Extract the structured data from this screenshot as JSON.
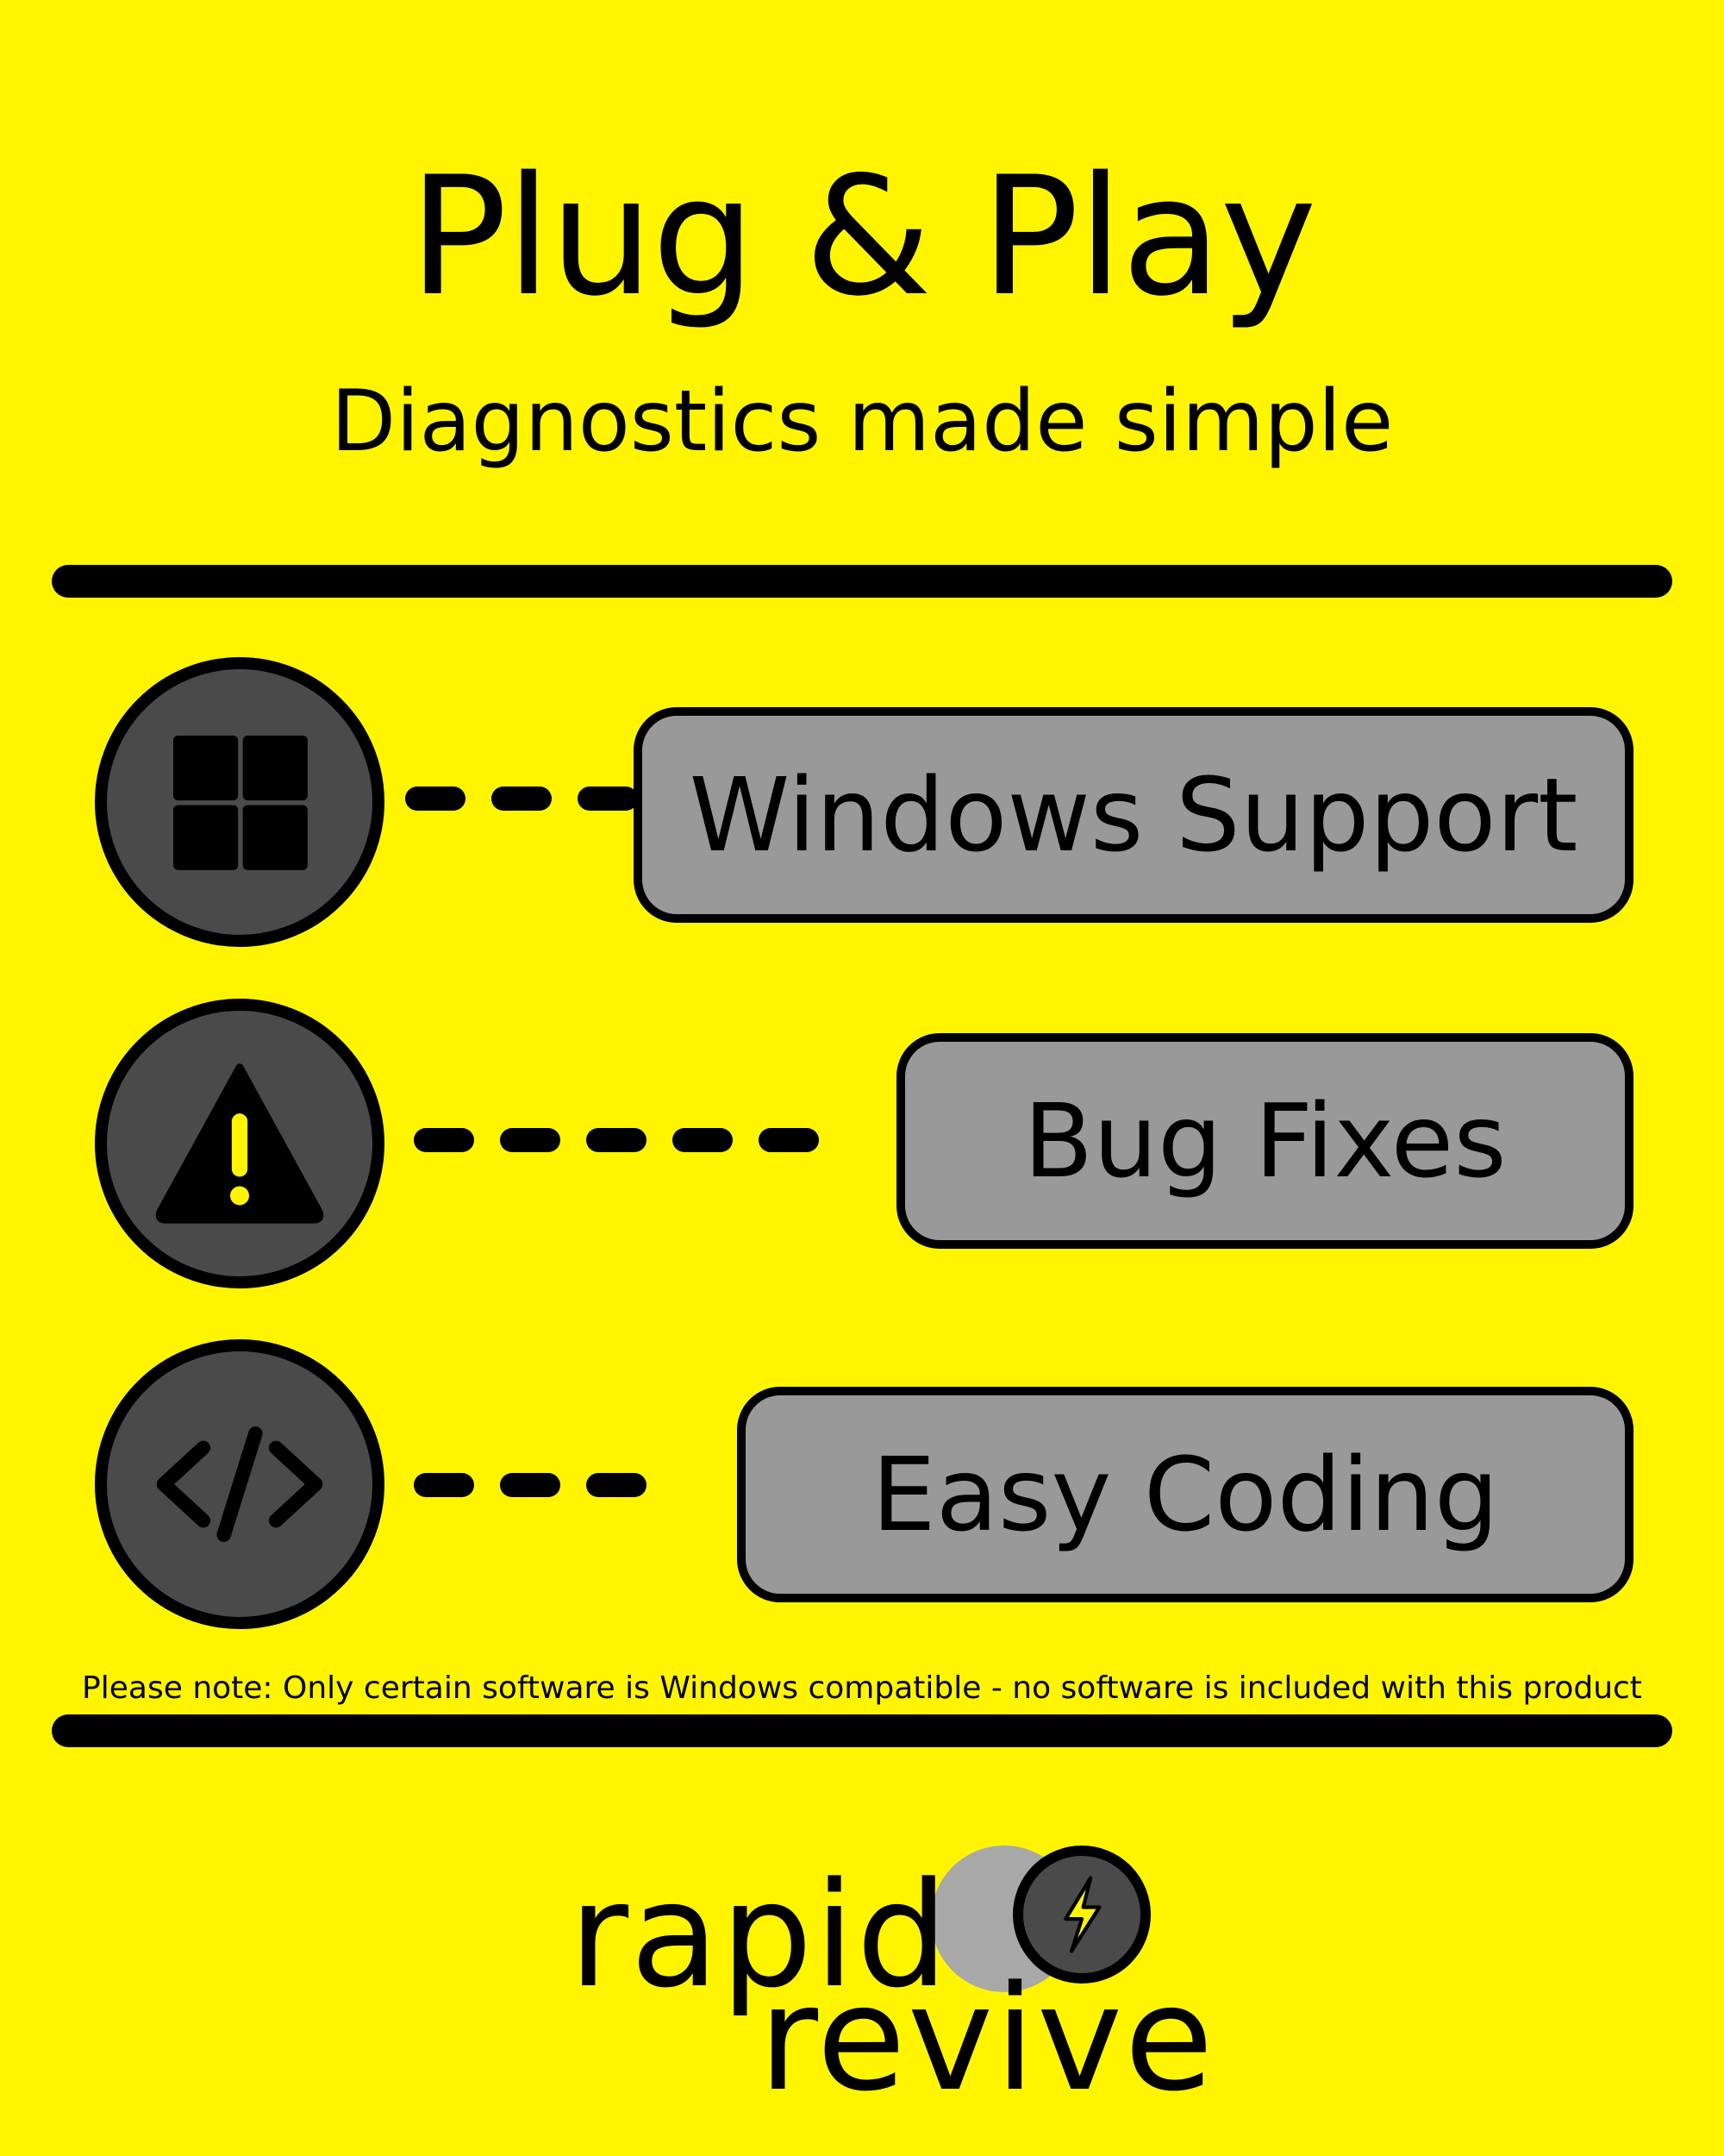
{
  "header": {
    "title": "Plug & Play",
    "subtitle": "Diagnostics made simple"
  },
  "features": [
    {
      "label": "Windows Support",
      "icon": "windows-logo-icon"
    },
    {
      "label": "Bug Fixes",
      "icon": "warning-triangle-icon"
    },
    {
      "label": "Easy Coding",
      "icon": "code-brackets-icon"
    }
  ],
  "note": "Please note: Only certain software is Windows compatible -  no software is included with this product",
  "logo": {
    "word1": "rapid",
    "word2": "revive",
    "icon": "lightning-bolt-icon"
  },
  "colors": {
    "background": "#fff500",
    "pill_fill": "#999999",
    "icon_fill": "#4a4a4a",
    "outline": "#000000"
  }
}
